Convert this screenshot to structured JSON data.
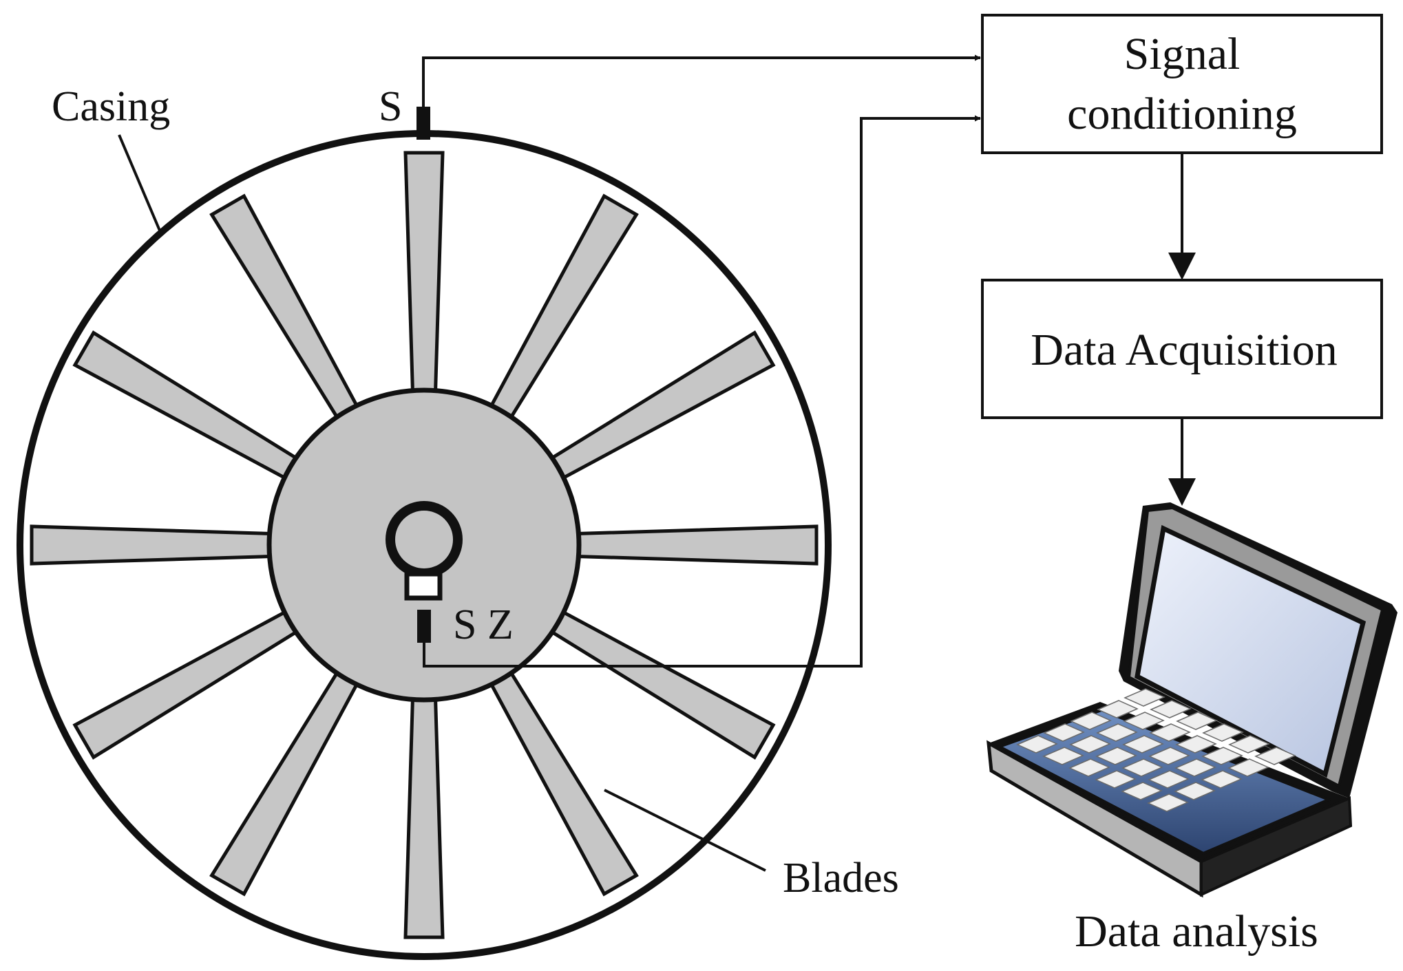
{
  "labels": {
    "casing": "Casing",
    "blades": "Blades",
    "tip_sensor": "S",
    "speed_sensor": "S Z",
    "data_analysis": "Data analysis"
  },
  "blocks": {
    "signal_conditioning": {
      "line1": "Signal",
      "line2": "conditioning"
    },
    "data_acquisition": "Data Acquisition"
  },
  "rotor": {
    "blade_count": 12
  },
  "icons": {
    "laptop": "laptop-icon",
    "shaft_marker": "ring-icon"
  },
  "colors": {
    "stroke": "#111111",
    "blade_fill": "#c6c6c6",
    "hub_fill": "#c4c4c4",
    "screen_fill": "#cdd6ea",
    "laptop_base": "#3d5a8a"
  }
}
